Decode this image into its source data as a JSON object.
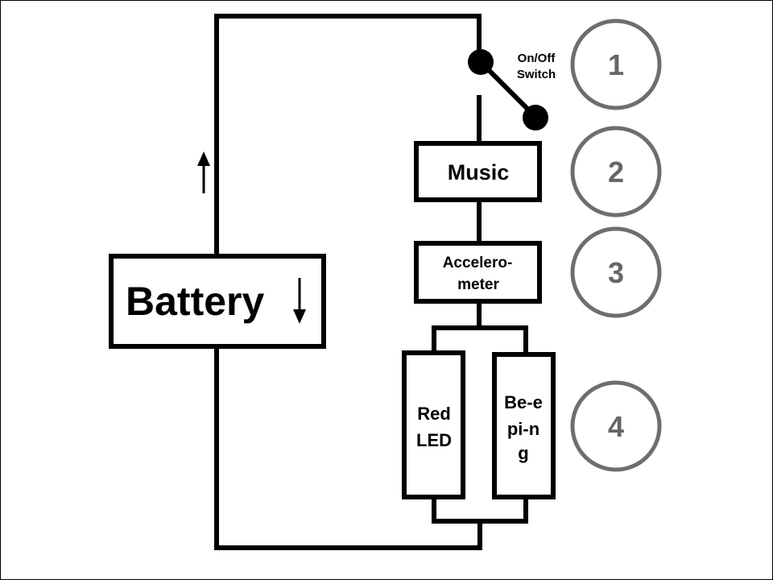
{
  "circuit": {
    "switch_label": [
      "On/Off",
      "Switch"
    ],
    "battery_label": "Battery",
    "music_label": "Music",
    "accelerometer_label": [
      "Accelero-",
      "meter"
    ],
    "red_led_label": [
      "Red",
      "LED"
    ],
    "beeping_label": [
      "Be-e",
      "pi-n",
      "g"
    ]
  },
  "steps": [
    "1",
    "2",
    "3",
    "4"
  ],
  "colors": {
    "line": "#000000",
    "step_circle": "#6e6e6e",
    "step_text": "#666666"
  }
}
